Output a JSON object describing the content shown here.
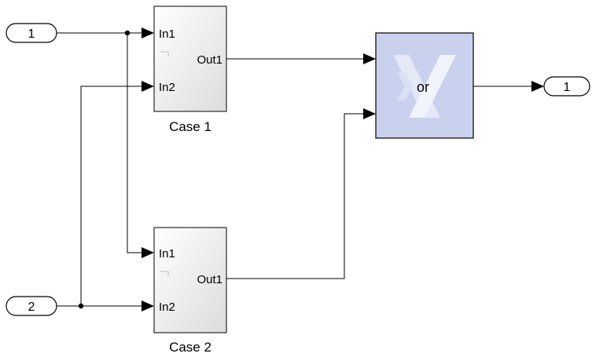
{
  "inports": [
    {
      "label": "1"
    },
    {
      "label": "2"
    }
  ],
  "outports": [
    {
      "label": "1"
    }
  ],
  "subsystems": [
    {
      "name": "Case 1",
      "inputs": [
        "In1",
        "In2"
      ],
      "output": "Out1"
    },
    {
      "name": "Case 2",
      "inputs": [
        "In1",
        "In2"
      ],
      "output": "Out1"
    }
  ],
  "logic_block": {
    "label": "or",
    "logo": "xilinx-logo-icon"
  }
}
